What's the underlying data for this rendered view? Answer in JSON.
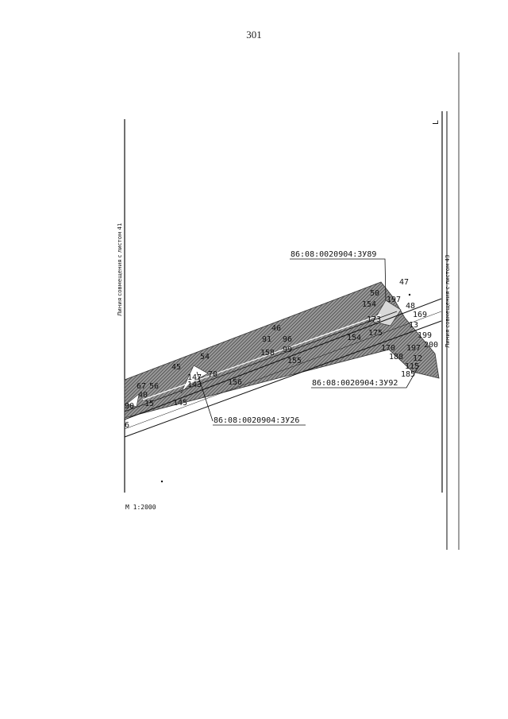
{
  "page": {
    "number": "301",
    "scale": "М 1:2000",
    "left_match_line": "Линия совмещения с листом 41",
    "right_match_line": "Линия совмещения с листом 43",
    "corner_mark": "L"
  },
  "cadastral_labels": [
    "86:08:0020904:3У89",
    "86:08:0020904:3У92",
    "86:08:0020904:3У26"
  ],
  "point_labels": [
    "47",
    "50",
    "154",
    "197",
    "48",
    "169",
    "173",
    "13",
    "199",
    "175",
    "154",
    "200",
    "170",
    "188",
    "197",
    "12",
    "185",
    "115",
    "46",
    "91",
    "96",
    "158",
    "99",
    "155",
    "54",
    "45",
    "70",
    "156",
    "147",
    "143",
    "145",
    "67",
    "56",
    "40",
    "15",
    "6",
    "90"
  ],
  "colors": {
    "hatch": "#555555",
    "line": "#111111",
    "background": "#ffffff"
  }
}
